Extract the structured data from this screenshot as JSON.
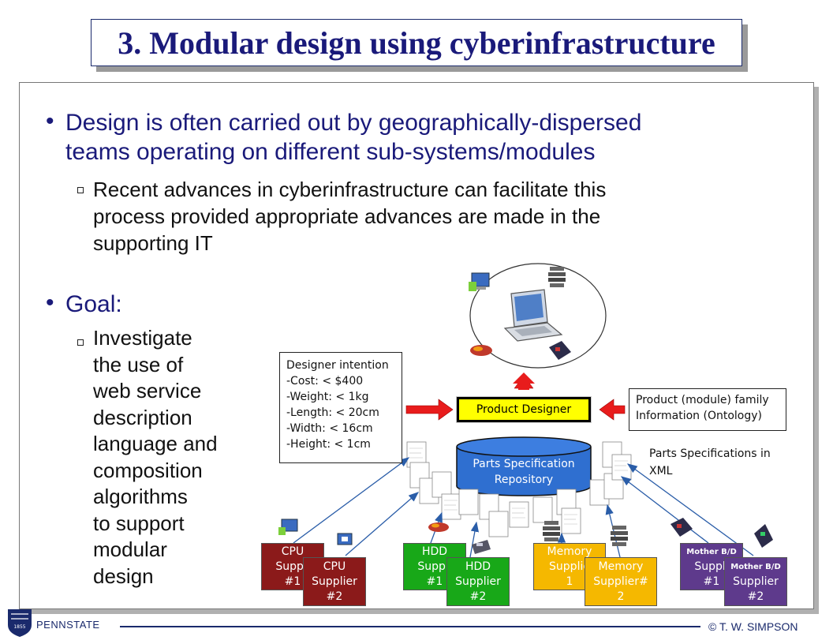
{
  "title": "3. Modular design using cyberinfrastructure",
  "bullets": {
    "main1": {
      "line1": "Design is often carried out by geographically-dispersed",
      "line2": "teams operating on different sub-systems/modules"
    },
    "sub1": {
      "line1": "Recent advances in cyberinfrastructure can facilitate this",
      "line2": "process provided appropriate advances are made in the",
      "line3": "supporting IT"
    },
    "main2": "Goal:",
    "sub2": [
      "Investigate",
      "the use of",
      "web service",
      "description",
      "language and",
      "composition",
      "algorithms",
      "to support",
      "modular",
      "design"
    ]
  },
  "diagram": {
    "intention": {
      "heading": "Designer intention",
      "items": [
        "-Cost: < $400",
        "-Weight: < 1kg",
        "-Length: < 20cm",
        "-Width: < 16cm",
        "-Height: < 1cm"
      ]
    },
    "product_designer": "Product Designer",
    "family_info": {
      "line1": "Product (module) family",
      "line2": "Information (Ontology)"
    },
    "repository": {
      "line1": "Parts Specification",
      "line2": "Repository"
    },
    "xml_label": {
      "line1": "Parts Specifications in",
      "line2": "XML"
    },
    "suppliers": [
      {
        "l1": "CPU",
        "l2": "Suppli",
        "l3": "#1",
        "color": "#8b1a1a"
      },
      {
        "l1": "CPU",
        "l2": "Supplier",
        "l3": "#2",
        "color": "#8b1a1a"
      },
      {
        "l1": "HDD",
        "l2": "Suppli",
        "l3": "#1",
        "color": "#18a818"
      },
      {
        "l1": "HDD",
        "l2": "Supplier",
        "l3": "#2",
        "color": "#18a818"
      },
      {
        "l1": "Memory",
        "l2": "Supplie",
        "l3": "1",
        "color": "#f5b800"
      },
      {
        "l1": "Memory",
        "l2": "Supplier#",
        "l3": "2",
        "color": "#f5b800"
      },
      {
        "l1": "Mother B/D",
        "l2": "Suppli",
        "l3": "#1",
        "color": "#5e3a8c"
      },
      {
        "l1": "Mother B/D",
        "l2": "Supplier",
        "l3": "#2",
        "color": "#5e3a8c"
      }
    ]
  },
  "footer": {
    "left": "PENNSTATE",
    "right": "© T. W. SIMPSON"
  },
  "colors": {
    "title": "#1a1a7a",
    "accent": "#1a2a6c",
    "arrow": "#e81c1c",
    "repository": "#2f6fd0"
  }
}
